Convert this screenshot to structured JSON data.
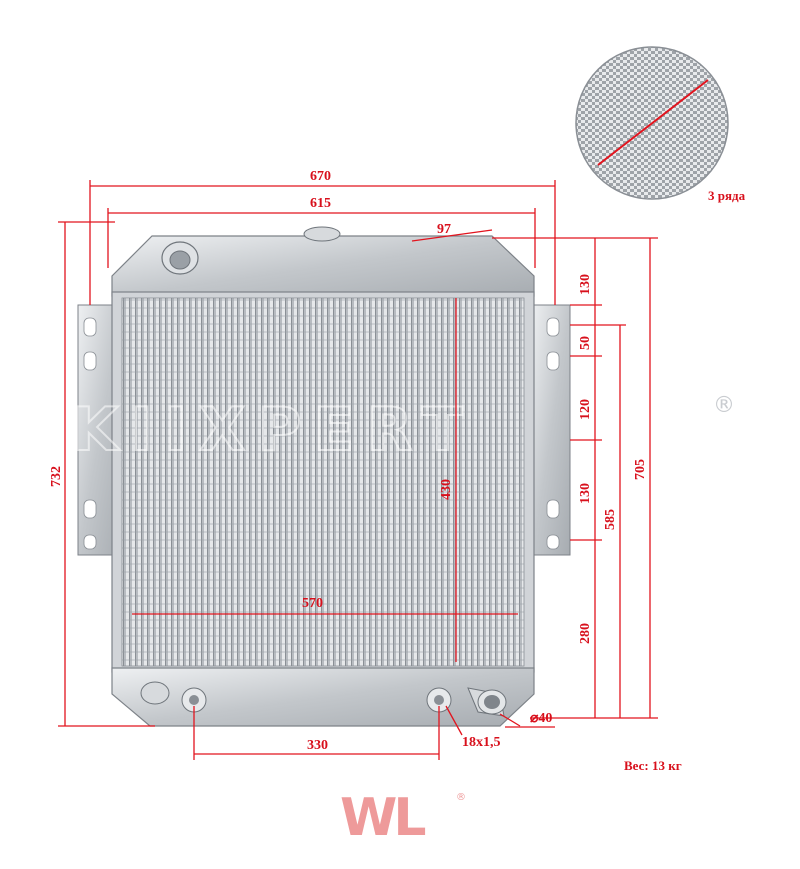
{
  "drawing": {
    "dimensions": {
      "overall_width": "670",
      "core_width_top": "615",
      "offset_top": "97",
      "core_width_inner": "570",
      "core_height_inner": "430",
      "total_height": "732",
      "side_height": "705",
      "mount_height": "585",
      "seg_top": "130",
      "seg_slot1": "50",
      "seg_slot2": "120",
      "seg_slot3": "130",
      "seg_bottom": "280",
      "pipe_spacing": "330",
      "thread": "18x1,5",
      "outlet_diameter": "40"
    },
    "inset_caption": "3 ряда",
    "weight": "Вес: 13 кг",
    "watermark": "KIIXPERT",
    "logo": "WL"
  },
  "colors": {
    "dimension": "#e2141e",
    "aluminum": "#c9ccd0",
    "logo": "#ee9a9a"
  }
}
